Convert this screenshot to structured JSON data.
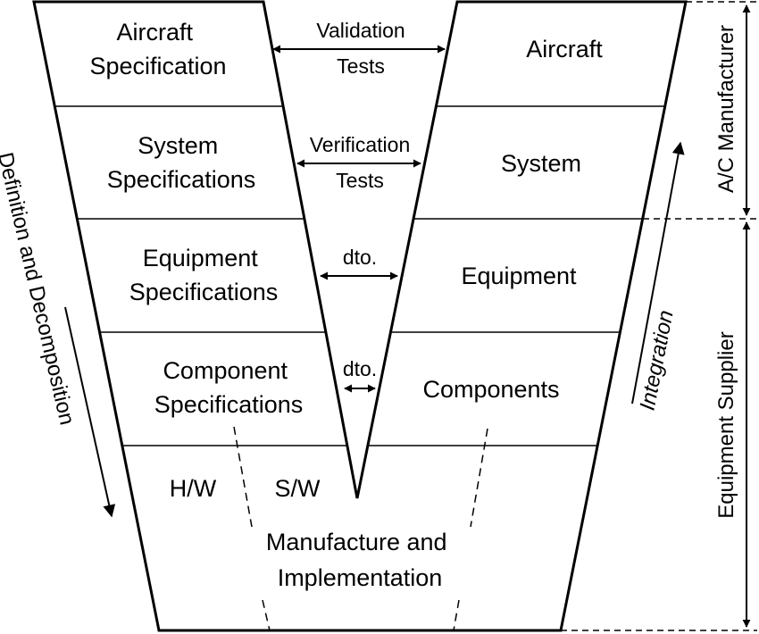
{
  "left_column": {
    "aircraft": [
      "Aircraft",
      "Specification"
    ],
    "system": [
      "System",
      "Specifications"
    ],
    "equipment": [
      "Equipment",
      "Specifications"
    ],
    "component": [
      "Component",
      "Specifications"
    ]
  },
  "right_column": {
    "aircraft": "Aircraft",
    "system": "System",
    "equipment": "Equipment",
    "components": "Components"
  },
  "middle": {
    "validation": [
      "Validation",
      "Tests"
    ],
    "verification": [
      "Verification",
      "Tests"
    ],
    "dto_1": "dto.",
    "dto_2": "dto."
  },
  "bottom": {
    "hw": "H/W",
    "sw": "S/W",
    "manufacture": [
      "Manufacture and",
      "Implementation"
    ]
  },
  "side_labels": {
    "definition": "Definition and Decomposition",
    "integration": "Integration",
    "ac_manufacturer": "A/C Manufacturer",
    "equipment_supplier": "Equipment Supplier"
  }
}
